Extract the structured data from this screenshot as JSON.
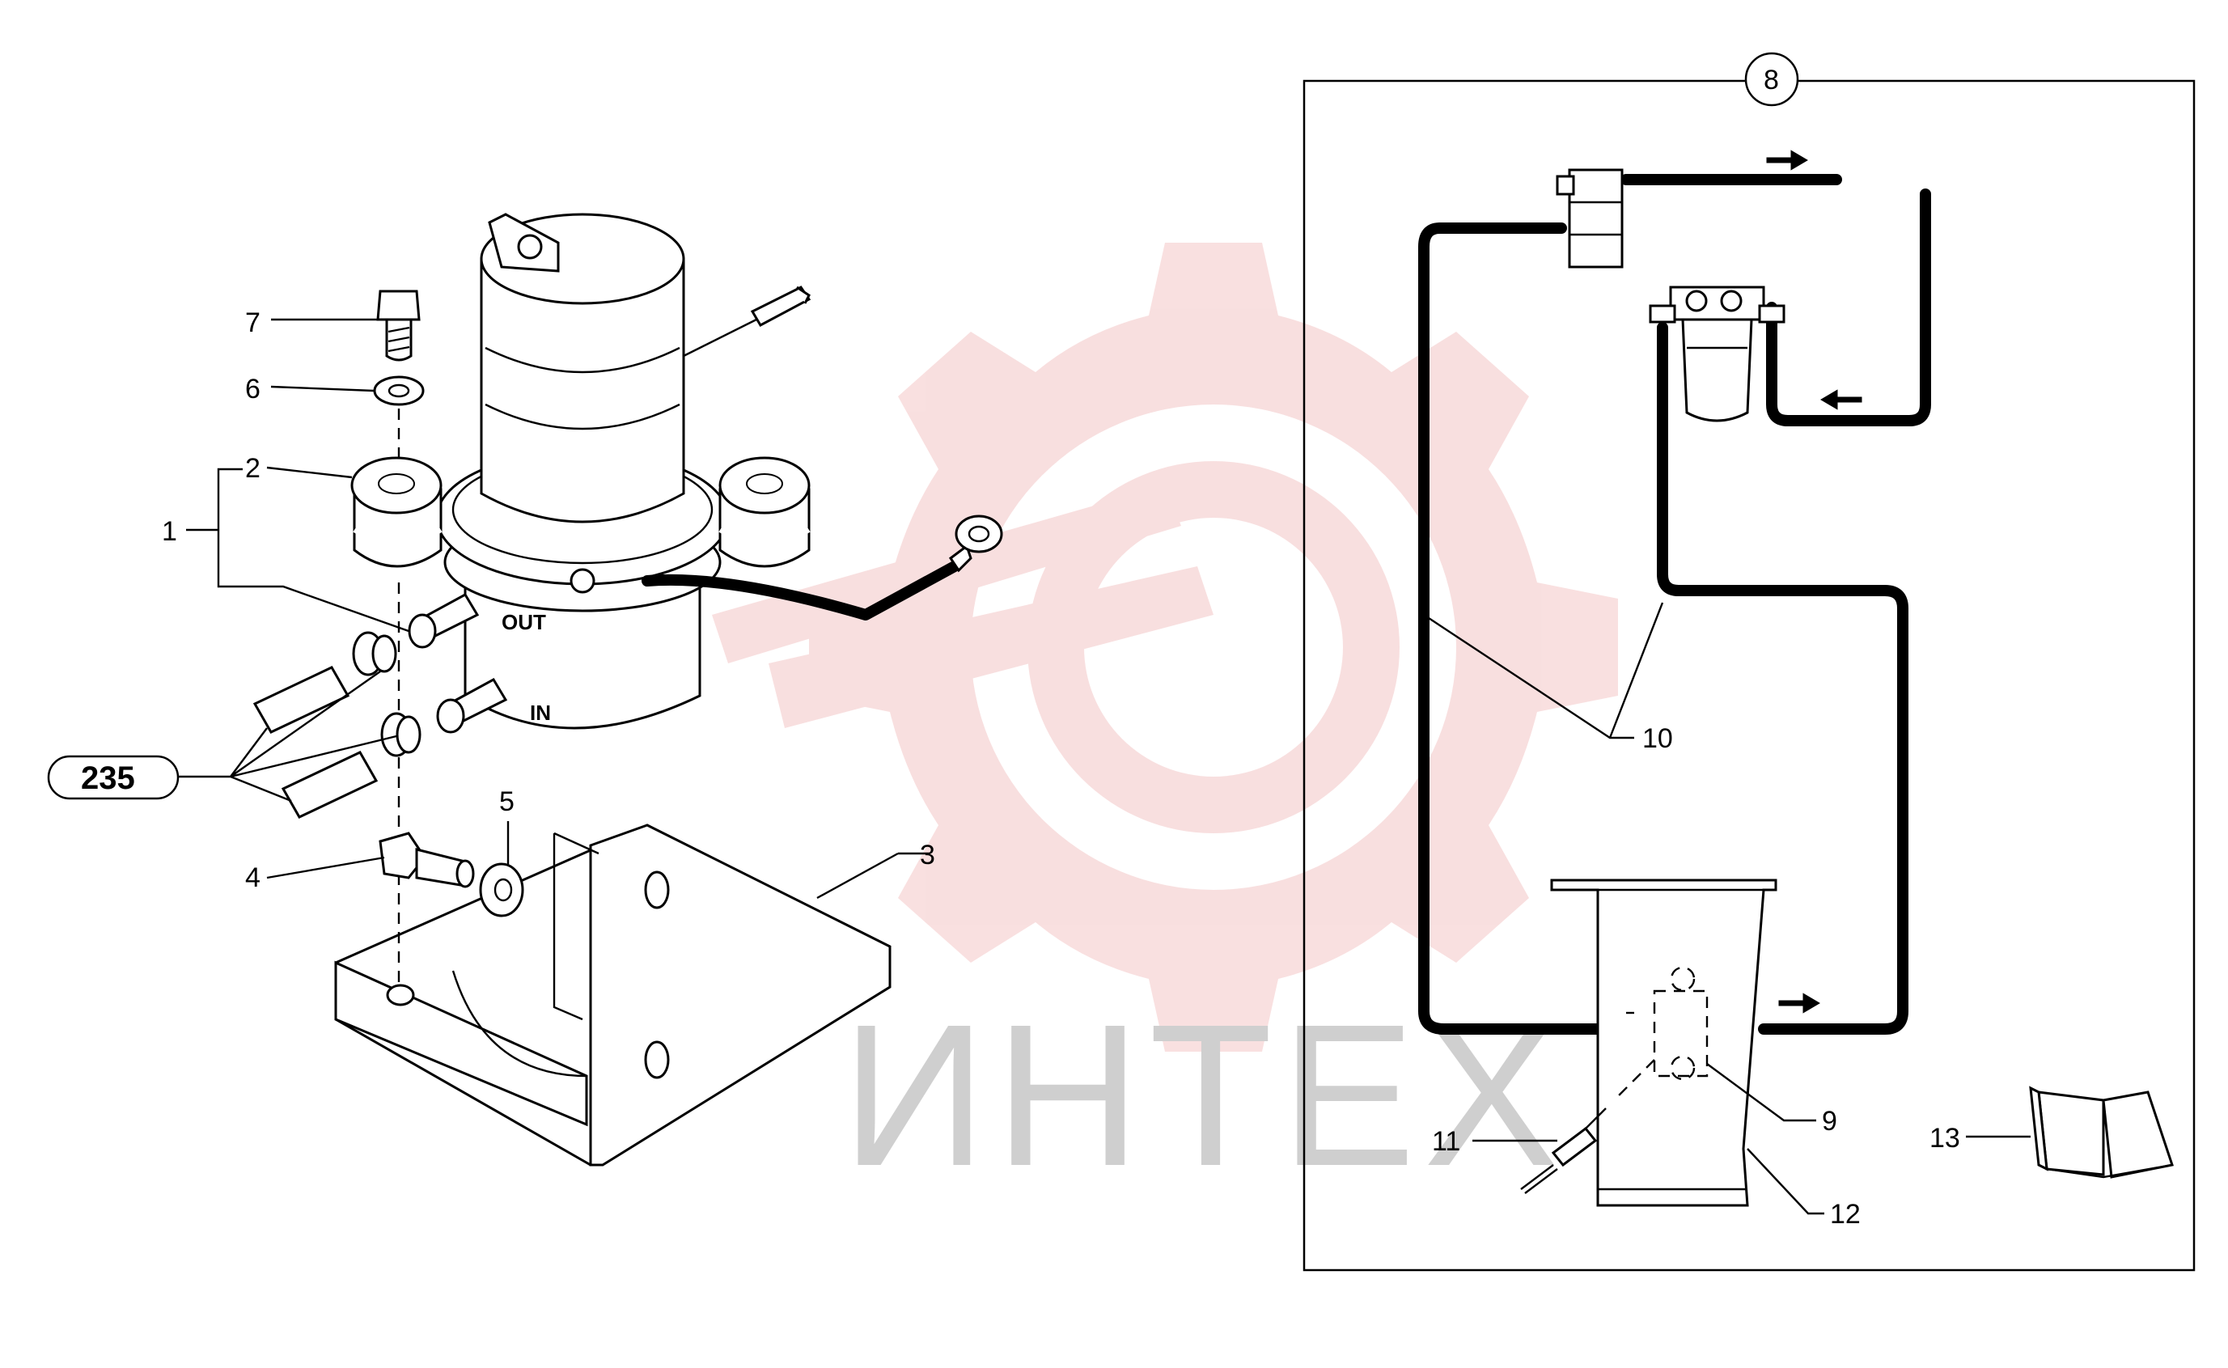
{
  "callouts": [
    {
      "label": "1"
    },
    {
      "label": "2"
    },
    {
      "label": "3"
    },
    {
      "label": "4"
    },
    {
      "label": "5"
    },
    {
      "label": "6"
    },
    {
      "label": "7"
    },
    {
      "label": "8"
    },
    {
      "label": "9"
    },
    {
      "label": "10"
    },
    {
      "label": "11"
    },
    {
      "label": "12"
    },
    {
      "label": "13"
    }
  ],
  "ports": {
    "out": "OUT",
    "in": "IN"
  },
  "reference": {
    "label": "235"
  },
  "watermark": {
    "text": "ИНТЕХ"
  },
  "colors": {
    "watermark_logo": "#f4c6c6",
    "watermark_text": "#cfcfcf",
    "line": "#000000"
  }
}
